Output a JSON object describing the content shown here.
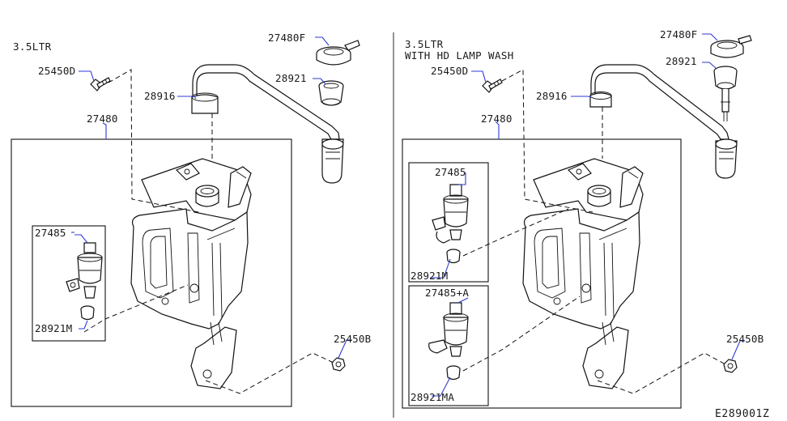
{
  "left_panel": {
    "header": "3.5LTR",
    "labels": {
      "cap": "27480F",
      "filler_seal": "28921",
      "tube": "28916",
      "bolt": "25450D",
      "tank": "27480",
      "pump": "27485",
      "pump_seal": "28921M",
      "nut": "25450B"
    }
  },
  "right_panel": {
    "header_line1": "3.5LTR",
    "header_line2": "WITH HD LAMP WASH",
    "labels": {
      "cap": "27480F",
      "filler_seal": "28921",
      "tube": "28916",
      "bolt": "25450D",
      "tank": "27480",
      "pump": "27485",
      "pump_seal": "28921M",
      "pump_a": "27485+A",
      "pump_a_seal": "28921MA",
      "nut": "25450B"
    }
  },
  "diagram_code": "E289001Z",
  "colors": {
    "leader": "#2d3ad6",
    "line": "#111111",
    "background": "#ffffff"
  }
}
